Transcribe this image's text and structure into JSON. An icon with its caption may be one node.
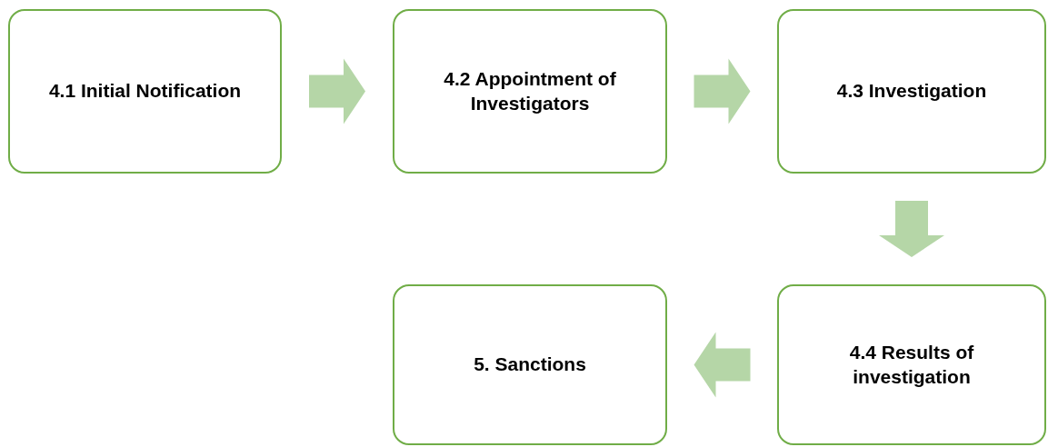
{
  "diagram": {
    "nodes": [
      {
        "text": [
          "4.1 Initial Notification"
        ]
      },
      {
        "text": [
          "4.2 Appointment of Investigators"
        ]
      },
      {
        "text": [
          "4.3 Investigation"
        ]
      },
      {
        "text": [
          "4.4 Results of investigation"
        ]
      },
      {
        "text": [
          "5. Sanctions"
        ]
      }
    ],
    "edges": [
      {
        "from": 0,
        "to": 1,
        "arrow": "to"
      },
      {
        "from": 1,
        "to": 2,
        "arrow": "to"
      },
      {
        "from": 2,
        "to": 3,
        "arrow": "to"
      },
      {
        "from": 3,
        "to": 4,
        "arrow": "to"
      }
    ]
  }
}
